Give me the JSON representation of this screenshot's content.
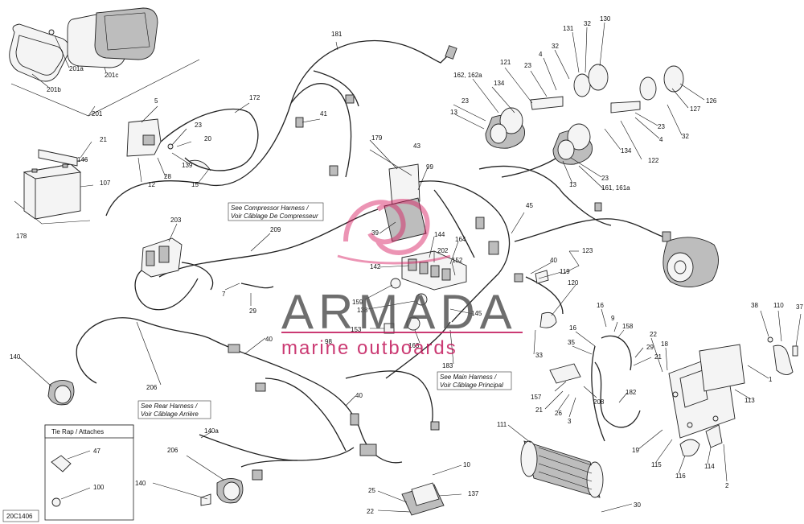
{
  "diagram": {
    "figure_code": "20C1406",
    "notes": {
      "compressor_harness": [
        "See Compressor Harness /",
        "Voir Câblage De Compresseur"
      ],
      "rear_harness": [
        "See Rear Harness /",
        "Voir Câblage Arrière"
      ],
      "main_harness": [
        "See Main Harness /",
        "Voir Câblage Principal"
      ]
    },
    "legend": {
      "title": "Tie Rap / Attaches",
      "items": [
        "47",
        "100"
      ]
    },
    "watermark": {
      "brand": "ARMADA",
      "tagline": "marine outboards"
    },
    "callouts": [
      "201a",
      "201b",
      "201c",
      "201",
      "5",
      "172",
      "23",
      "20",
      "139",
      "28",
      "12",
      "15",
      "21",
      "146",
      "107",
      "178",
      "181",
      "41",
      "203",
      "209",
      "7",
      "29",
      "140",
      "206",
      "140a",
      "206",
      "140",
      "40",
      "40",
      "98",
      "179",
      "43",
      "99",
      "39",
      "144",
      "142",
      "202",
      "164",
      "152",
      "159",
      "138",
      "153",
      "163",
      "145",
      "183",
      "45",
      "40",
      "119",
      "123",
      "120",
      "33",
      "162, 162a",
      "121",
      "23",
      "4",
      "32",
      "131",
      "32",
      "130",
      "134",
      "13",
      "23",
      "134",
      "23",
      "13",
      "161, 161a",
      "122",
      "4",
      "23",
      "32",
      "127",
      "126",
      "16",
      "9",
      "158",
      "16",
      "35",
      "29",
      "21",
      "22",
      "18",
      "38",
      "110",
      "37",
      "1",
      "113",
      "157",
      "21",
      "26",
      "3",
      "208",
      "182",
      "111",
      "19",
      "115",
      "116",
      "114",
      "2",
      "10",
      "137",
      "25",
      "22",
      "30"
    ]
  }
}
